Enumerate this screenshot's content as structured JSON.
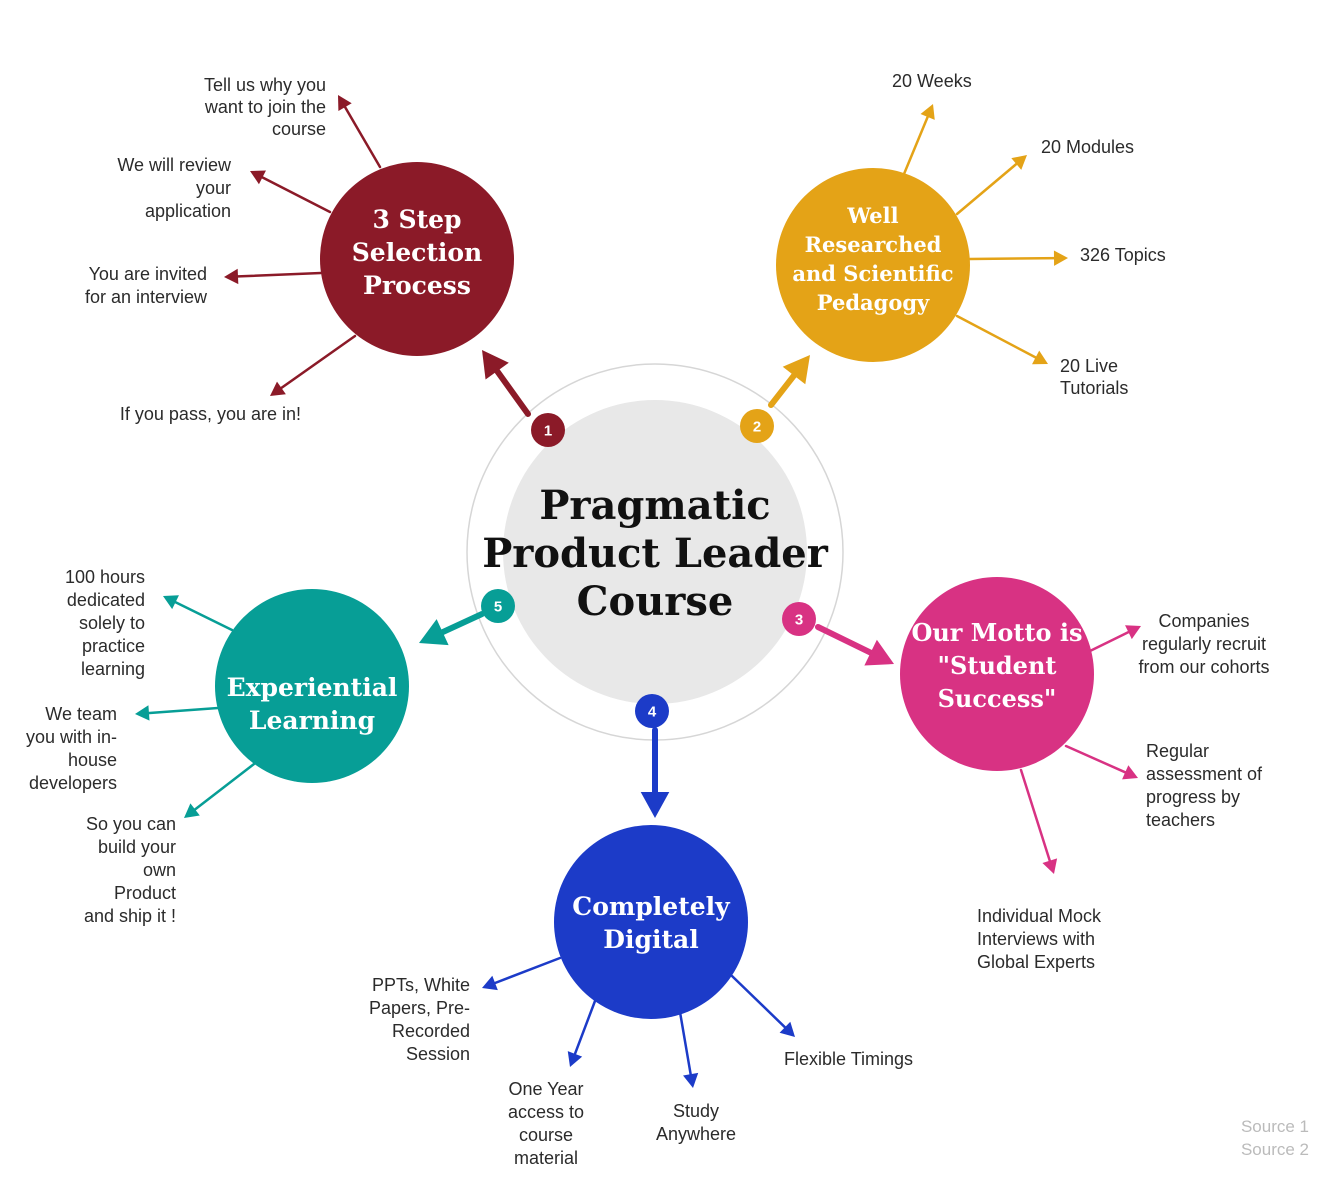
{
  "hub": {
    "title_lines": [
      "Pragmatic",
      "Product Leader",
      "Course"
    ],
    "fill": "#e8e8e8",
    "ring": "#d6d6d6"
  },
  "nodes": [
    {
      "id": "selection",
      "number": "1",
      "color": "#8b1a28",
      "title_lines": [
        "3 Step",
        "Selection",
        "Process"
      ],
      "leaves": [
        {
          "lines": [
            "Tell us why you",
            "want to join the",
            "course"
          ]
        },
        {
          "lines": [
            "We  will review",
            "your",
            "application"
          ]
        },
        {
          "lines": [
            "You are invited",
            "for an interview"
          ]
        },
        {
          "lines": [
            "If you pass, you are in!"
          ]
        }
      ]
    },
    {
      "id": "pedagogy",
      "number": "2",
      "color": "#e4a317",
      "title_lines": [
        "Well",
        "Researched",
        "and Scientific",
        "Pedagogy"
      ],
      "leaves": [
        {
          "lines": [
            "20 Weeks"
          ]
        },
        {
          "lines": [
            "20 Modules"
          ]
        },
        {
          "lines": [
            "326 Topics"
          ]
        },
        {
          "lines": [
            "20 Live",
            "Tutorials"
          ]
        }
      ]
    },
    {
      "id": "motto",
      "number": "3",
      "color": "#d83283",
      "title_lines": [
        "Our Motto is",
        "\"Student",
        "Success\""
      ],
      "leaves": [
        {
          "lines": [
            "Companies",
            "regularly recruit",
            "from our cohorts"
          ]
        },
        {
          "lines": [
            "Regular",
            "assessment of",
            "progress by",
            "teachers"
          ]
        },
        {
          "lines": [
            "Individual Mock",
            "Interviews with",
            "Global Experts"
          ]
        }
      ]
    },
    {
      "id": "digital",
      "number": "4",
      "color": "#1c3bc8",
      "title_lines": [
        "Completely",
        "Digital"
      ],
      "leaves": [
        {
          "lines": [
            "PPTs, White",
            "Papers, Pre-",
            "Recorded",
            "Session"
          ]
        },
        {
          "lines": [
            "One Year",
            "access to",
            "course",
            "material"
          ]
        },
        {
          "lines": [
            "Study",
            "Anywhere"
          ]
        },
        {
          "lines": [
            "Flexible Timings"
          ]
        }
      ]
    },
    {
      "id": "experiential",
      "number": "5",
      "color": "#079e96",
      "title_lines": [
        "Experiential",
        "Learning"
      ],
      "leaves": [
        {
          "lines": [
            "100 hours",
            "dedicated",
            "solely to",
            "practice",
            "learning"
          ]
        },
        {
          "lines": [
            "We team",
            "you with in-",
            "house",
            "developers"
          ]
        },
        {
          "lines": [
            "So you can",
            "build your",
            "own",
            "Product",
            "and ship it !"
          ]
        }
      ]
    }
  ],
  "sources": [
    "Source 1",
    "Source 2"
  ]
}
